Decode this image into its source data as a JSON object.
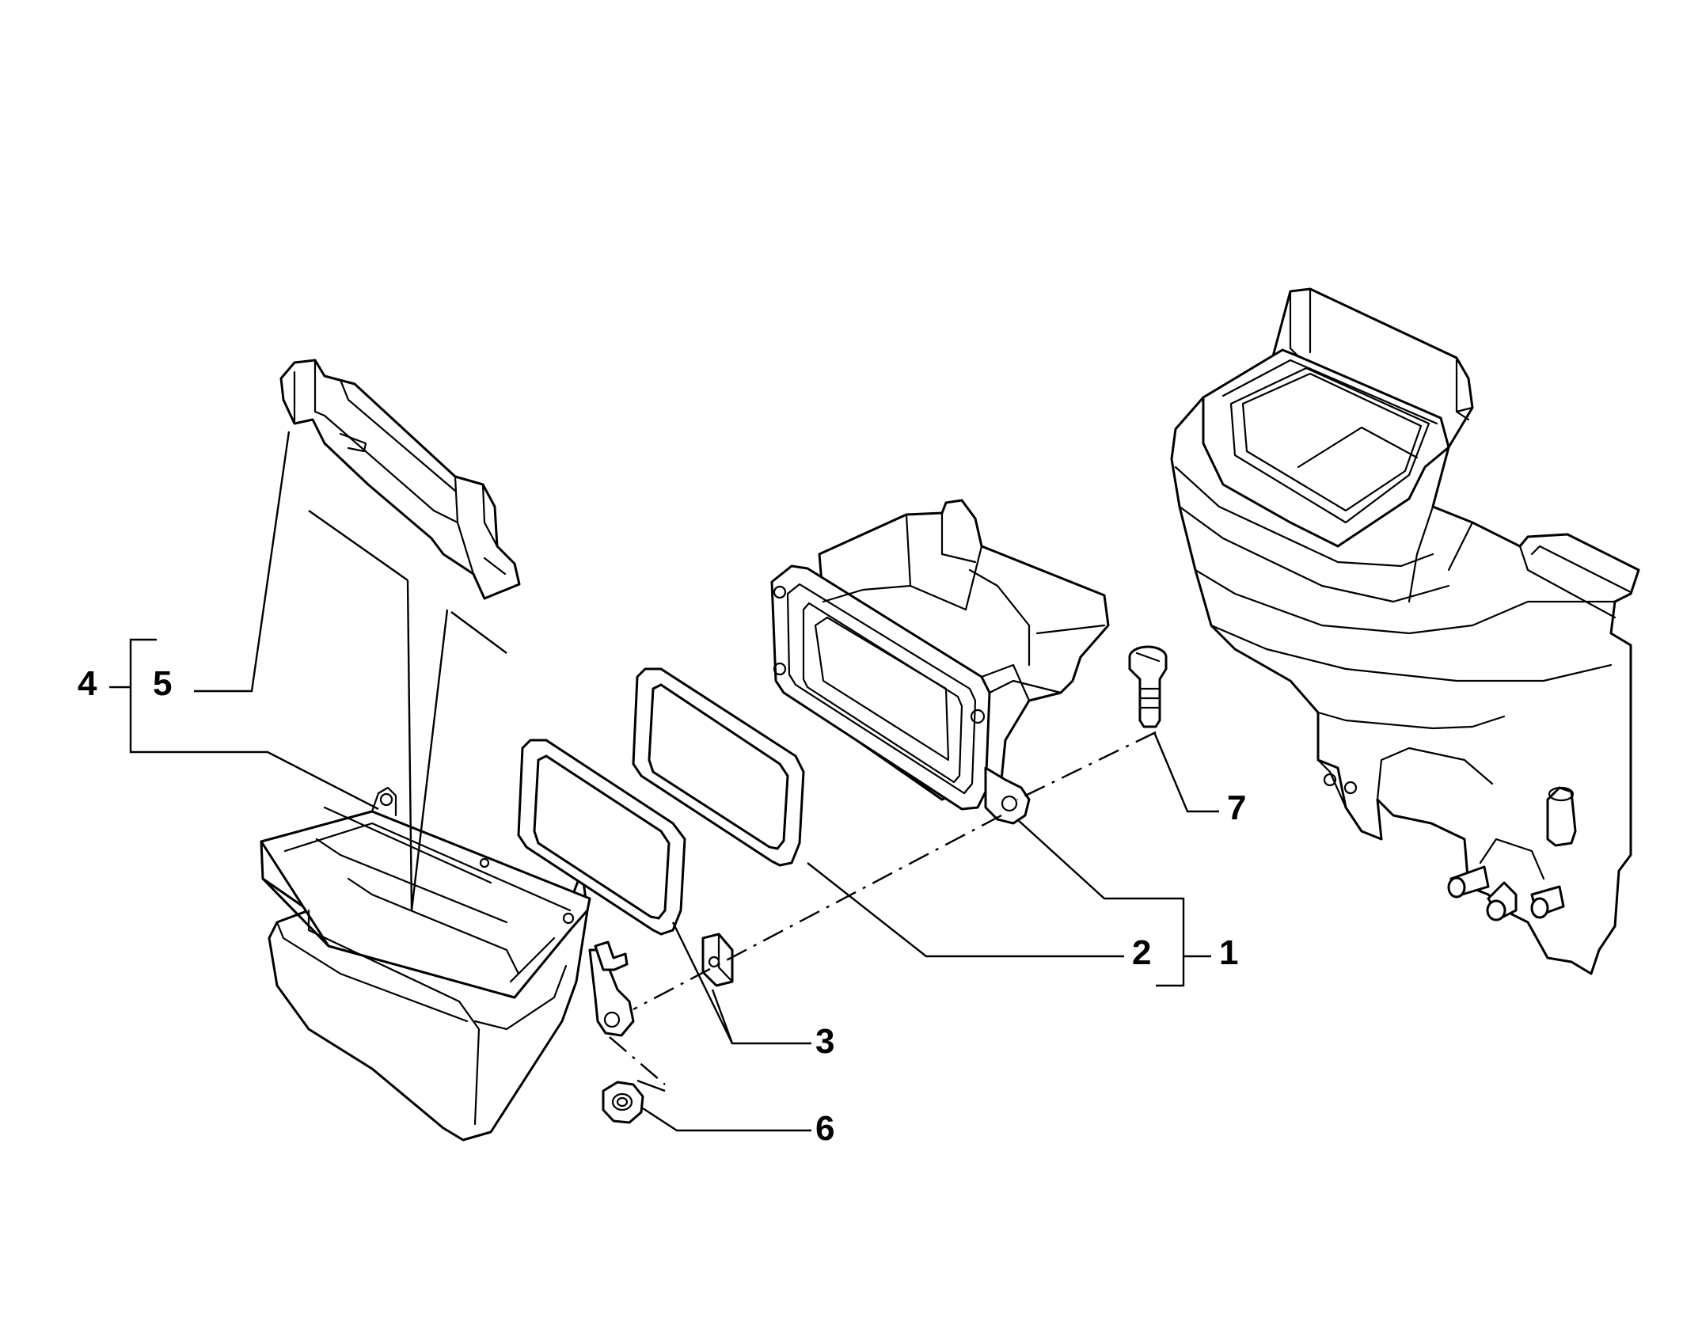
{
  "callouts": [
    {
      "id": "1",
      "text": "1"
    },
    {
      "id": "2",
      "text": "2"
    },
    {
      "id": "3",
      "text": "3"
    },
    {
      "id": "4",
      "text": "4"
    },
    {
      "id": "5",
      "text": "5"
    },
    {
      "id": "6",
      "text": "6"
    },
    {
      "id": "7",
      "text": "7"
    }
  ],
  "colors": {
    "ink": "#000000",
    "paper": "#ffffff"
  }
}
